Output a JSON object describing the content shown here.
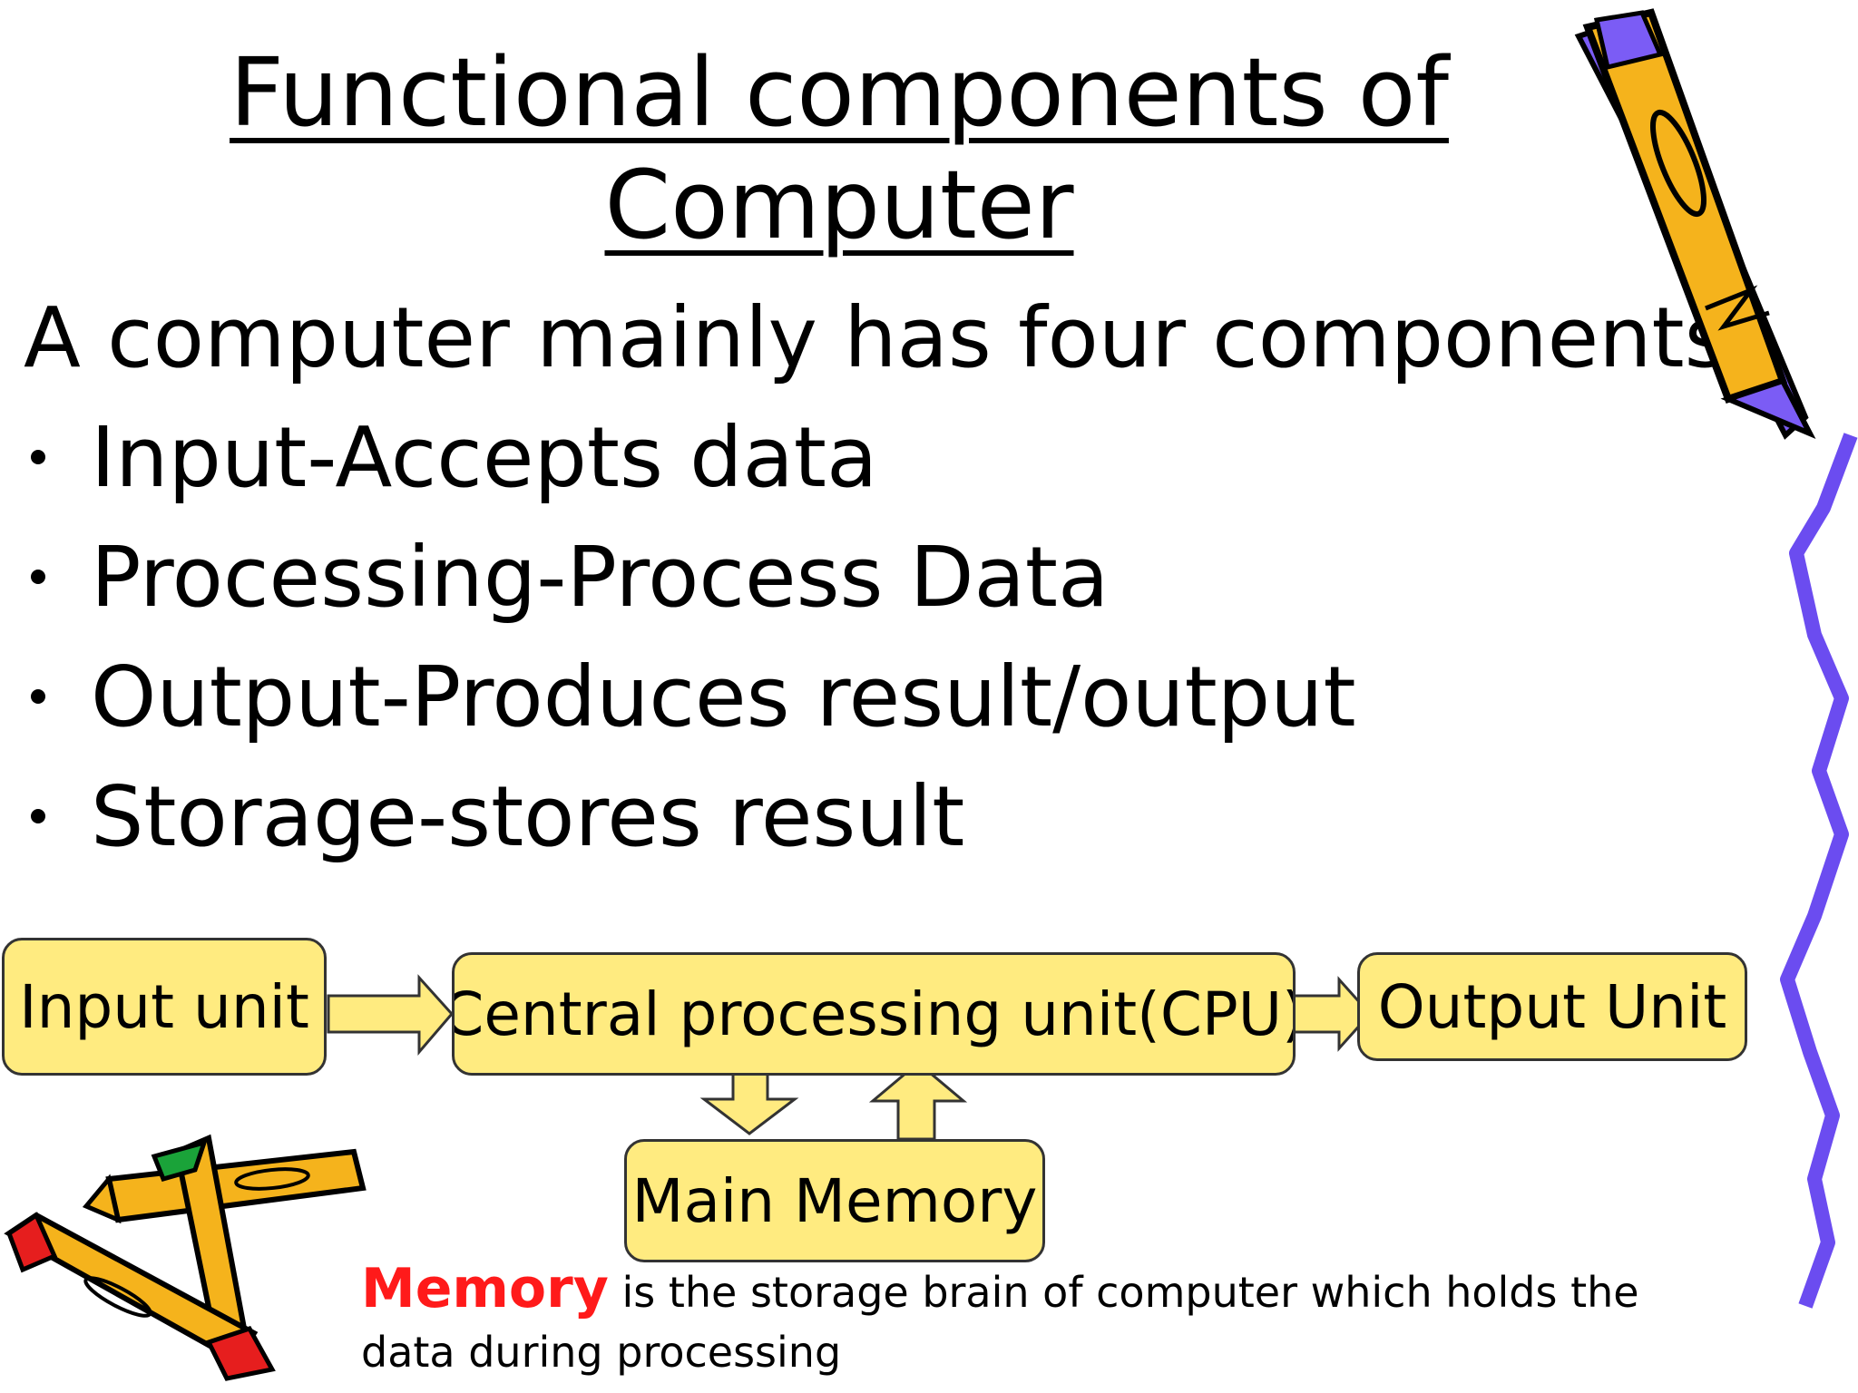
{
  "title": {
    "line1": "Functional components of",
    "line2": "Computer"
  },
  "intro": "A computer mainly has four components",
  "bullets": [
    "Input-Accepts data",
    "Processing-Process Data",
    "Output-Produces result/output",
    "Storage-stores result"
  ],
  "diagram": {
    "input_unit": "Input unit",
    "cpu": "Central processing unit(CPU)",
    "output_unit": "Output Unit",
    "main_memory": "Main Memory",
    "box_fill": "#ffeb80"
  },
  "note": {
    "highlight": "Memory",
    "text": " is the storage brain of computer which holds the data during processing",
    "highlight_color": "#ff1a1a"
  },
  "decor": {
    "pencil_icon": "pencil-icon",
    "crayons_icon": "crayons-icon",
    "squiggle_color": "#6b4cf0",
    "pencil_body_color": "#f5b31c"
  }
}
